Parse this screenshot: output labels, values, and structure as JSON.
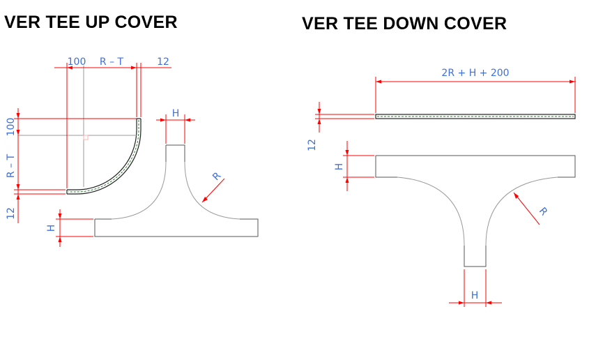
{
  "titles": {
    "up": "VER TEE UP COVER",
    "down": "VER TEE DOWN COVER"
  },
  "up_labels": {
    "dim_100_top": "100",
    "dim_r_minus_t_top": "R – T",
    "dim_12_top": "12",
    "dim_100_left": "100",
    "dim_r_minus_t_left": "R – T",
    "dim_12_left": "12",
    "dim_h_top": "H",
    "dim_r": "R",
    "dim_h_left": "H"
  },
  "down_labels": {
    "dim_total": "2R + H + 200",
    "dim_12": "12",
    "dim_h_left": "H",
    "dim_r": "R",
    "dim_h_bottom": "H"
  },
  "colors": {
    "dimension_line": "#ff0000",
    "dimension_text": "#3f6fd8",
    "cover_strip": "#2f7a2f",
    "outline": "#555555"
  }
}
